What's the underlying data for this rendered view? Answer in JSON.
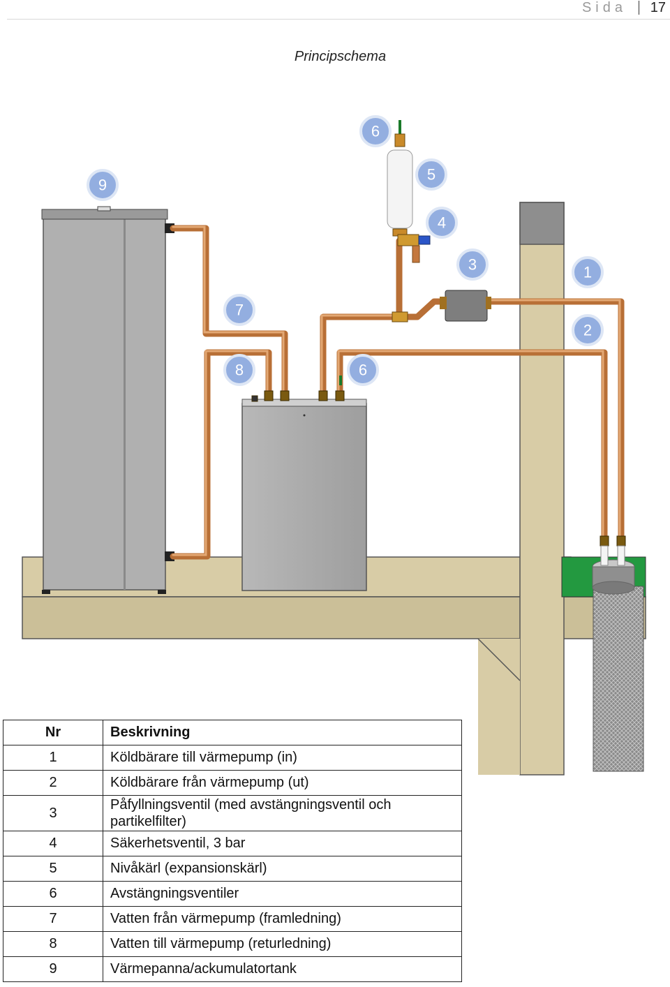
{
  "header": {
    "page_label": "Sida",
    "page_number": "17"
  },
  "caption": "Principschema",
  "callouts": [
    "6",
    "5",
    "4",
    "3",
    "1",
    "2",
    "9",
    "7",
    "8",
    "6"
  ],
  "legend": {
    "headers": {
      "nr": "Nr",
      "description": "Beskrivning"
    },
    "rows": [
      {
        "nr": "1",
        "description": "Köldbärare till värmepump (in)"
      },
      {
        "nr": "2",
        "description": "Köldbärare från värmepump (ut)"
      },
      {
        "nr": "3",
        "description": "Påfyllningsventil (med avstängningsventil och partikelfilter)"
      },
      {
        "nr": "4",
        "description": "Säkerhetsventil, 3 bar"
      },
      {
        "nr": "5",
        "description": "Nivåkärl (expansionskärl)"
      },
      {
        "nr": "6",
        "description": "Avstängningsventiler"
      },
      {
        "nr": "7",
        "description": "Vatten från värmepump (framledning)"
      },
      {
        "nr": "8",
        "description": "Vatten till värmepump (returledning)"
      },
      {
        "nr": "9",
        "description": "Värmepanna/ackumulatortank"
      }
    ]
  },
  "colors": {
    "floor": "#d8cca6",
    "floor_side": "#b9ae8c",
    "tank": "#b0b0b0",
    "copper": "#cf8a52",
    "ground": "#239940",
    "callout": "#93aee0"
  }
}
